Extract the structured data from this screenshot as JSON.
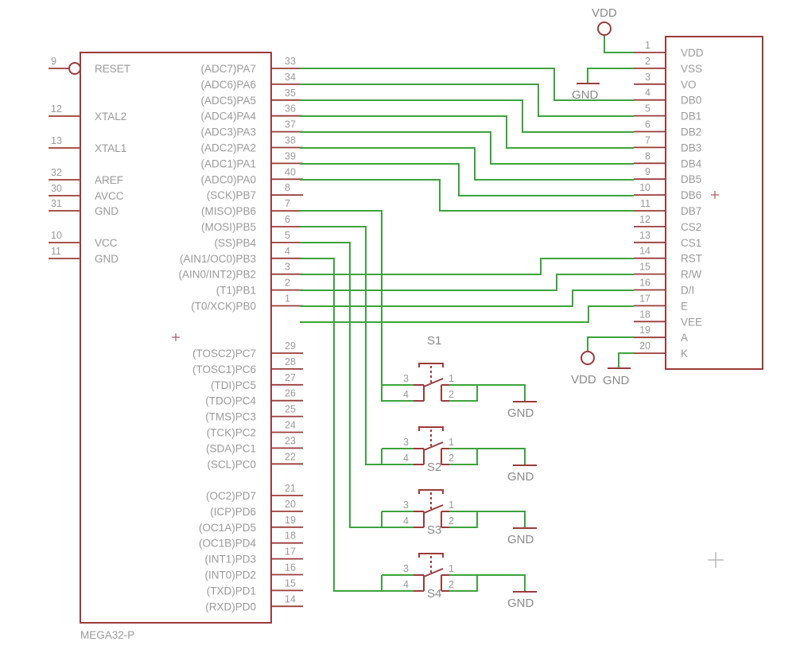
{
  "mcu": {
    "name": "MEGA32-P",
    "left_pins": [
      {
        "num": "9",
        "label": "RESET"
      },
      {
        "num": "12",
        "label": "XTAL2"
      },
      {
        "num": "13",
        "label": "XTAL1"
      },
      {
        "num": "32",
        "label": "AREF"
      },
      {
        "num": "30",
        "label": "AVCC"
      },
      {
        "num": "31",
        "label": "GND"
      },
      {
        "num": "10",
        "label": "VCC"
      },
      {
        "num": "11",
        "label": "GND"
      }
    ],
    "right_pins": [
      {
        "num": "33",
        "label": "(ADC7)PA7"
      },
      {
        "num": "34",
        "label": "(ADC6)PA6"
      },
      {
        "num": "35",
        "label": "(ADC5)PA5"
      },
      {
        "num": "36",
        "label": "(ADC4)PA4"
      },
      {
        "num": "37",
        "label": "(ADC3)PA3"
      },
      {
        "num": "38",
        "label": "(ADC2)PA2"
      },
      {
        "num": "39",
        "label": "(ADC1)PA1"
      },
      {
        "num": "40",
        "label": "(ADC0)PA0"
      },
      {
        "num": "8",
        "label": "(SCK)PB7"
      },
      {
        "num": "7",
        "label": "(MISO)PB6"
      },
      {
        "num": "6",
        "label": "(MOSI)PB5"
      },
      {
        "num": "5",
        "label": "(SS)PB4"
      },
      {
        "num": "4",
        "label": "(AIN1/OC0)PB3"
      },
      {
        "num": "3",
        "label": "(AIN0/INT2)PB2"
      },
      {
        "num": "2",
        "label": "(T1)PB1"
      },
      {
        "num": "1",
        "label": "(T0/XCK)PB0"
      },
      {
        "num": "29",
        "label": "(TOSC2)PC7"
      },
      {
        "num": "28",
        "label": "(TOSC1)PC6"
      },
      {
        "num": "27",
        "label": "(TDI)PC5"
      },
      {
        "num": "26",
        "label": "(TDO)PC4"
      },
      {
        "num": "25",
        "label": "(TMS)PC3"
      },
      {
        "num": "24",
        "label": "(TCK)PC2"
      },
      {
        "num": "23",
        "label": "(SDA)PC1"
      },
      {
        "num": "22",
        "label": "(SCL)PC0"
      },
      {
        "num": "21",
        "label": "(OC2)PD7"
      },
      {
        "num": "20",
        "label": "(ICP)PD6"
      },
      {
        "num": "19",
        "label": "(OC1A)PD5"
      },
      {
        "num": "18",
        "label": "(OC1B)PD4"
      },
      {
        "num": "17",
        "label": "(INT1)PD3"
      },
      {
        "num": "16",
        "label": "(INT0)PD2"
      },
      {
        "num": "15",
        "label": "(TXD)PD1"
      },
      {
        "num": "14",
        "label": "(RXD)PD0"
      }
    ]
  },
  "lcd": {
    "pins": [
      {
        "num": "1",
        "label": "VDD"
      },
      {
        "num": "2",
        "label": "VSS"
      },
      {
        "num": "3",
        "label": "VO"
      },
      {
        "num": "4",
        "label": "DB0"
      },
      {
        "num": "5",
        "label": "DB1"
      },
      {
        "num": "6",
        "label": "DB2"
      },
      {
        "num": "7",
        "label": "DB3"
      },
      {
        "num": "8",
        "label": "DB4"
      },
      {
        "num": "9",
        "label": "DB5"
      },
      {
        "num": "10",
        "label": "DB6"
      },
      {
        "num": "11",
        "label": "DB7"
      },
      {
        "num": "12",
        "label": "CS2"
      },
      {
        "num": "13",
        "label": "CS1"
      },
      {
        "num": "14",
        "label": "RST"
      },
      {
        "num": "15",
        "label": "R/W"
      },
      {
        "num": "16",
        "label": "D/I"
      },
      {
        "num": "17",
        "label": "E"
      },
      {
        "num": "18",
        "label": "VEE"
      },
      {
        "num": "19",
        "label": "A"
      },
      {
        "num": "20",
        "label": "K"
      }
    ]
  },
  "supplies": {
    "vdd_top": "VDD",
    "gnd_lcd_vss": "GND",
    "vdd_bottom": "VDD",
    "gnd_lcd_k": "GND"
  },
  "switches": [
    {
      "name": "S1",
      "gnd": "GND",
      "pins": [
        "3",
        "4",
        "1",
        "2"
      ]
    },
    {
      "name": "S2",
      "gnd": "GND",
      "pins": [
        "3",
        "4",
        "1",
        "2"
      ]
    },
    {
      "name": "S3",
      "gnd": "GND",
      "pins": [
        "3",
        "4",
        "1",
        "2"
      ]
    },
    {
      "name": "S4",
      "gnd": "GND",
      "pins": [
        "3",
        "4",
        "1",
        "2"
      ]
    }
  ]
}
